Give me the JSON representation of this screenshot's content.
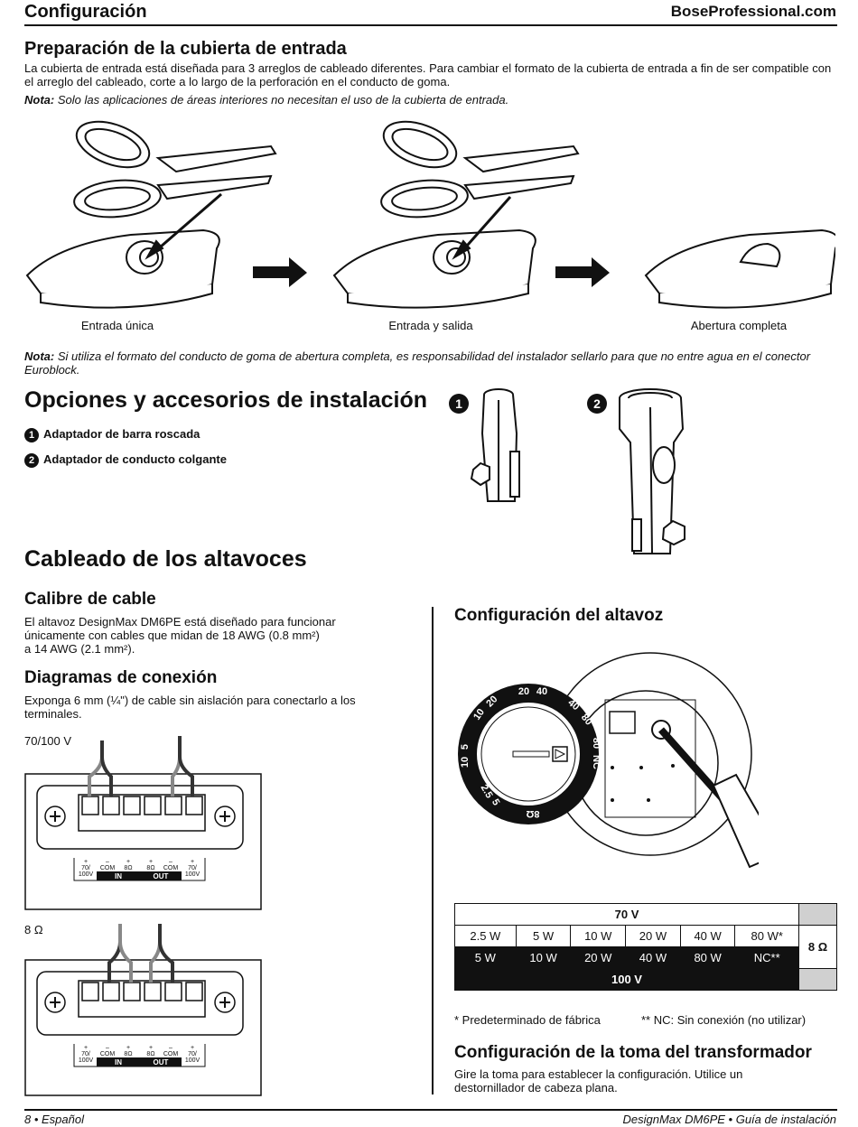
{
  "header": {
    "section": "Configuración",
    "site": "BoseProfessional.com"
  },
  "cover": {
    "title": "Preparación de la cubierta de entrada",
    "body": "La cubierta de entrada está diseñada para 3 arreglos de cableado diferentes. Para cambiar el formato de la cubierta de entrada a fin de ser compatible con el arreglo del cableado, corte a lo largo de la perforación en el conducto de goma.",
    "note_label": "Nota:",
    "note_text": "Solo las aplicaciones de áreas interiores no necesitan el uso de la cubierta de entrada.",
    "captions": [
      "Entrada única",
      "Entrada y salida",
      "Abertura completa"
    ],
    "note2_label": "Nota:",
    "note2_text": "Si utiliza el formato del conducto de goma de abertura completa, es responsabilidad del instalador sellarlo para que no entre agua en el conector Euroblock."
  },
  "accessories": {
    "title": "Opciones y accesorios de instalación",
    "items": [
      {
        "num": "1",
        "label": "Adaptador de barra roscada"
      },
      {
        "num": "2",
        "label": "Adaptador de conducto colgante"
      }
    ]
  },
  "wiring": {
    "title": "Cableado de los altavoces",
    "gauge_title": "Calibre de cable",
    "gauge_line1": "El altavoz DesignMax DM6PE está diseñado para funcionar",
    "gauge_line2": "únicamente con cables que midan de 18 AWG (0.8 mm²)",
    "gauge_line3": "a 14 AWG (2.1 mm²).",
    "diag_title": "Diagramas de conexión",
    "diag_line1": "Exponga 6 mm (¼\") de cable sin aislación para conectarlo a los",
    "diag_line2": "terminales.",
    "label_70": "70/100 V",
    "label_8": "8 Ω",
    "term_plus": "+",
    "term_minus": "–",
    "term_70": "70/",
    "term_100": "100V",
    "term_com": "COM",
    "term_8": "8Ω",
    "term_in": "IN",
    "term_out": "OUT"
  },
  "speaker_config": {
    "title": "Configuración del altavoz",
    "dial": [
      "20",
      "40",
      "40",
      "80",
      "80",
      "NC",
      "10",
      "20",
      "5",
      "10",
      "2.5",
      "5",
      "8Ω"
    ],
    "table": {
      "header_70": "70 V",
      "row70": [
        "2.5 W",
        "5 W",
        "10 W",
        "20 W",
        "40 W",
        "80 W*"
      ],
      "row100": [
        "5 W",
        "10 W",
        "20 W",
        "40 W",
        "80 W",
        "NC**"
      ],
      "ohm": "8 Ω",
      "footer_100": "100 V"
    },
    "footnote1": "* Predeterminado de fábrica",
    "footnote2": "** NC: Sin conexión (no utilizar)"
  },
  "transformer": {
    "title": "Configuración de la toma del transformador",
    "line1": "Gire la toma para establecer la configuración. Utilice un",
    "line2": "destornillador de cabeza plana."
  },
  "footer": {
    "left": "8 • Español",
    "right": "DesignMax DM6PE • Guía de instalación"
  }
}
